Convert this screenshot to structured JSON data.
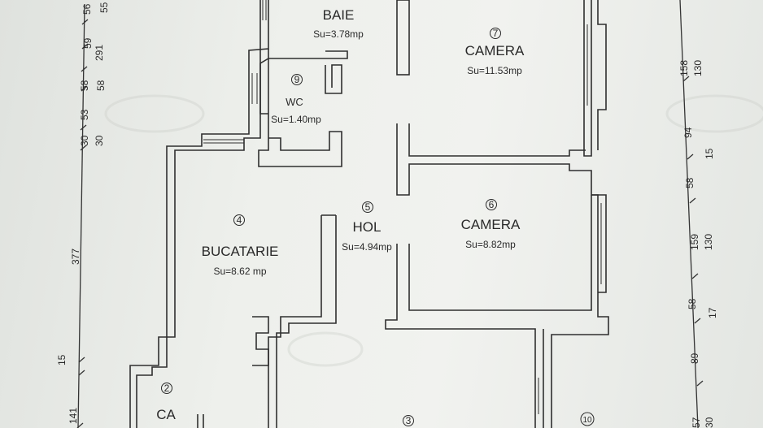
{
  "rooms": [
    {
      "id": "baie",
      "number": "",
      "name": "BAIE",
      "area": "Su=3.78mp"
    },
    {
      "id": "camera7",
      "number": "7",
      "name": "CAMERA",
      "area": "Su=11.53mp"
    },
    {
      "id": "wc",
      "number": "9",
      "name": "WC",
      "area": "Su=1.40mp"
    },
    {
      "id": "hol",
      "number": "5",
      "name": "HOL",
      "area": "Su=4.94mp"
    },
    {
      "id": "camera6",
      "number": "6",
      "name": "CAMERA",
      "area": "Su=8.82mp"
    },
    {
      "id": "bucatarie",
      "number": "4",
      "name": "BUCATARIE",
      "area": "Su=8.62 mp"
    },
    {
      "id": "ca",
      "number": "2",
      "name": "CA",
      "area": ""
    },
    {
      "id": "room3",
      "number": "3",
      "name": "",
      "area": ""
    },
    {
      "id": "room10",
      "number": "10",
      "name": "",
      "area": ""
    }
  ],
  "left_dimensions": [
    "56",
    "55",
    "59",
    "291",
    "58",
    "58",
    "53",
    "30",
    "30",
    "377",
    "15",
    "141"
  ],
  "right_dimensions": [
    "158",
    "130",
    "94",
    "15",
    "58",
    "159",
    "130",
    "58",
    "17",
    "89",
    "57",
    "30"
  ],
  "colors": {
    "ink": "#2f2f2f",
    "paper": "#eceeea"
  }
}
